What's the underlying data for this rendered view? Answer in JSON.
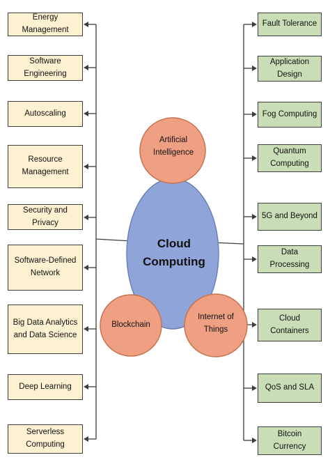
{
  "center": {
    "title": "Cloud\nComputing",
    "fill": "#8fa4d8"
  },
  "bubbles": [
    {
      "id": "ai",
      "label": "Artificial\nIntelligence",
      "fill": "#ef9f82"
    },
    {
      "id": "blockchain",
      "label": "Blockchain",
      "fill": "#ef9f82"
    },
    {
      "id": "iot",
      "label": "Internet of\nThings",
      "fill": "#ef9f82"
    }
  ],
  "left_topics": [
    "Energy Management",
    "Software Engineering",
    "Autoscaling",
    "Resource\nManagement",
    "Security and Privacy",
    "Software-Defined\nNetwork",
    "Big Data Analytics\nand Data Science",
    "Deep Learning",
    "Serverless Computing"
  ],
  "right_topics": [
    "Fault Tolerance",
    "Application Design",
    "Fog Computing",
    "Quantum Computing",
    "5G and Beyond",
    "Data Processing",
    "Cloud Containers",
    "QoS and SLA",
    "Bitcoin Currency"
  ],
  "colors": {
    "left_box_fill": "#fdf1d2",
    "right_box_fill": "#c9ddb7",
    "connector": "#3d3d3d",
    "circle_outline": "#c8734f",
    "ellipse_outline": "#6a7fb6"
  }
}
